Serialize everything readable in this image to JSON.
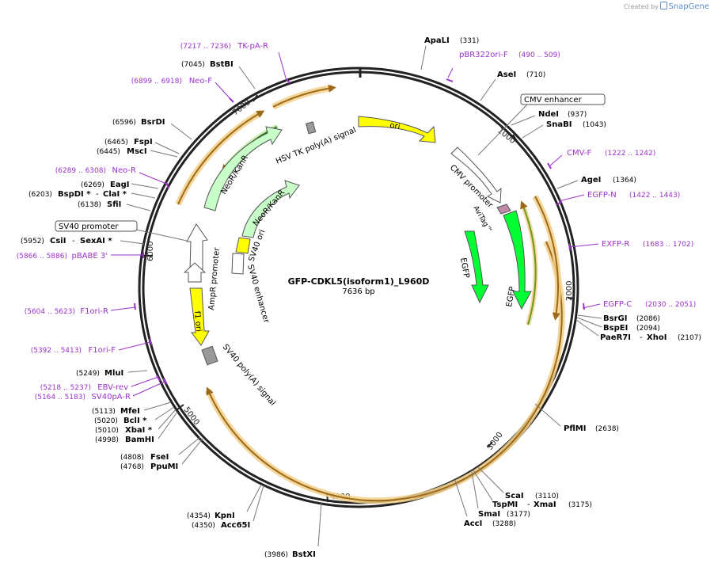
{
  "credit": {
    "prefix": "Created by",
    "brand": "SnapGene"
  },
  "plasmid": {
    "name": "GFP-CDKL5(isoform1)_L960D",
    "size": "7636 bp"
  },
  "colors": {
    "feature_label": "#9b32c9",
    "site_label": "#000000",
    "backbone": "#222222",
    "ori": "#ffff00",
    "gfp": "#00ff33",
    "kan": "#c8ffc8",
    "promoter": "#ffffff",
    "polya": "#999999",
    "primer": "#9b32c9",
    "orf_glow": "#f5d08a",
    "orf_line": "#9a6a1a",
    "avitag": "#c089a8",
    "f1": "#ffff00"
  },
  "ticks": [
    "1000",
    "2000",
    "3000",
    "4000",
    "5000",
    "6000",
    "7000"
  ],
  "center_title": {
    "name": "GFP-CDKL5(isoform1)_L960D",
    "size": "7636 bp"
  },
  "features": [
    {
      "name": "ori",
      "kind": "ori"
    },
    {
      "name": "CMV promoter",
      "kind": "promoter"
    },
    {
      "name": "AviTag™",
      "kind": "tag"
    },
    {
      "name": "EGFP",
      "kind": "gfp"
    },
    {
      "name": "EGFP",
      "kind": "gfp"
    },
    {
      "name": "HSV TK poly(A) signal",
      "kind": "polya"
    },
    {
      "name": "NeoR/KanR",
      "kind": "kan"
    },
    {
      "name": "NeoR/KanR",
      "kind": "kan"
    },
    {
      "name": "SV40 ori",
      "kind": "ori"
    },
    {
      "name": "SV40 enhancer",
      "kind": "promoter"
    },
    {
      "name": "AmpR promoter",
      "kind": "promoter"
    },
    {
      "name": "f1 ori",
      "kind": "ori"
    },
    {
      "name": "SV40 poly(A) signal",
      "kind": "polya"
    }
  ],
  "boxed_labels": [
    "CMV enhancer",
    "SV40 promoter"
  ],
  "primers": [
    {
      "name": "pBR322ori-F",
      "range": "(490 .. 509)"
    },
    {
      "name": "CMV-F",
      "range": "(1222 .. 1242)"
    },
    {
      "name": "EGFP-N",
      "range": "(1422 .. 1443)"
    },
    {
      "name": "EXFP-R",
      "range": "(1683 .. 1702)"
    },
    {
      "name": "EGFP-C",
      "range": "(2030 .. 2051)"
    },
    {
      "name": "TK-pA-R",
      "range": "(7217 .. 7236)"
    },
    {
      "name": "Neo-F",
      "range": "(6899 .. 6918)"
    },
    {
      "name": "Neo-R",
      "range": "(6289 .. 6308)"
    },
    {
      "name": "pBABE 3'",
      "range": "(5866 .. 5886)"
    },
    {
      "name": "F1ori-R",
      "range": "(5604 .. 5623)"
    },
    {
      "name": "F1ori-F",
      "range": "(5392 .. 5413)"
    },
    {
      "name": "EBV-rev",
      "range": "(5218 .. 5237)"
    },
    {
      "name": "SV40pA-R",
      "range": "(5164 .. 5183)"
    }
  ],
  "sites": [
    {
      "name": "ApaLI",
      "pos": "(331)"
    },
    {
      "name": "AseI",
      "pos": "(710)"
    },
    {
      "name": "NdeI",
      "pos": "(937)"
    },
    {
      "name": "SnaBI",
      "pos": "(1043)"
    },
    {
      "name": "AgeI",
      "pos": "(1364)"
    },
    {
      "name": "BsrGI",
      "pos": "(2086)"
    },
    {
      "name": "BspEI",
      "pos": "(2094)"
    },
    {
      "name": "PaeR7I",
      "sep": "-",
      "name2": "XhoI",
      "pos": "(2107)"
    },
    {
      "name": "PflMI",
      "pos": "(2638)"
    },
    {
      "name": "ScaI",
      "pos": "(3110)"
    },
    {
      "name": "TspMI",
      "sep": "-",
      "name2": "XmaI",
      "pos": "(3175)"
    },
    {
      "name": "SmaI",
      "pos": "(3177)"
    },
    {
      "name": "AccI",
      "pos": "(3288)"
    },
    {
      "name": "BstXI",
      "pos": "(3986)"
    },
    {
      "name": "KpnI",
      "pos": "(4354)"
    },
    {
      "name": "Acc65I",
      "pos": "(4350)"
    },
    {
      "name": "FseI",
      "pos": "(4808)"
    },
    {
      "name": "PpuMI",
      "pos": "(4768)"
    },
    {
      "name": "MfeI",
      "pos": "(5113)"
    },
    {
      "name": "BclI *",
      "pos": "(5020)"
    },
    {
      "name": "XbaI *",
      "pos": "(5010)"
    },
    {
      "name": "BamHI",
      "pos": "(4998)"
    },
    {
      "name": "MluI",
      "pos": "(5249)"
    },
    {
      "name": "CsiI",
      "sep": "-",
      "name2": "SexAI *",
      "pos": "(5952)"
    },
    {
      "name": "SfiI",
      "pos": "(6138)"
    },
    {
      "name": "BspDI *",
      "sep": "-",
      "name2": "ClaI *",
      "pos": "(6203)"
    },
    {
      "name": "EagI",
      "pos": "(6269)"
    },
    {
      "name": "MscI",
      "pos": "(6445)"
    },
    {
      "name": "FspI",
      "pos": "(6465)"
    },
    {
      "name": "BsrDI",
      "pos": "(6596)"
    },
    {
      "name": "BstBI",
      "pos": "(7045)"
    }
  ]
}
